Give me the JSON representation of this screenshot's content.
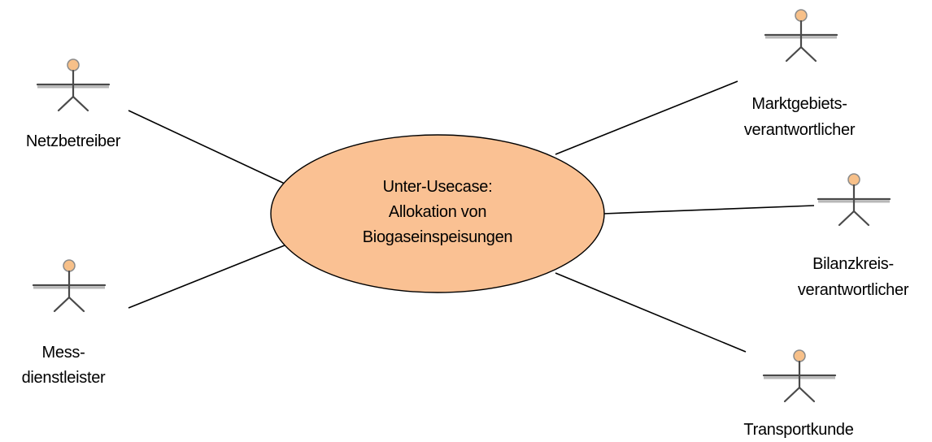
{
  "colors": {
    "usecase_fill": "#fac193",
    "actor_head_fill": "#f7c089",
    "actor_head_stroke": "#8a8a8a",
    "line_color": "#000000"
  },
  "usecase": {
    "lines": [
      "Unter-Usecase:",
      "Allokation von",
      "Biogaseinspeisungen"
    ]
  },
  "actors": {
    "netzbetreiber": {
      "lines": [
        "Netzbetreiber"
      ],
      "icon": "actor-stick-figure-icon"
    },
    "messdienstleister": {
      "lines": [
        "Mess-",
        "dienstleister"
      ],
      "icon": "actor-stick-figure-icon"
    },
    "marktgebietsverantwortlicher": {
      "lines": [
        "Marktgebiets-",
        "verantwortlicher"
      ],
      "icon": "actor-stick-figure-icon"
    },
    "bilanzkreisverantwortlicher": {
      "lines": [
        "Bilanzkreis-",
        "verantwortlicher"
      ],
      "icon": "actor-stick-figure-icon"
    },
    "transportkunde": {
      "lines": [
        "Transportkunde"
      ],
      "icon": "actor-stick-figure-icon"
    }
  }
}
